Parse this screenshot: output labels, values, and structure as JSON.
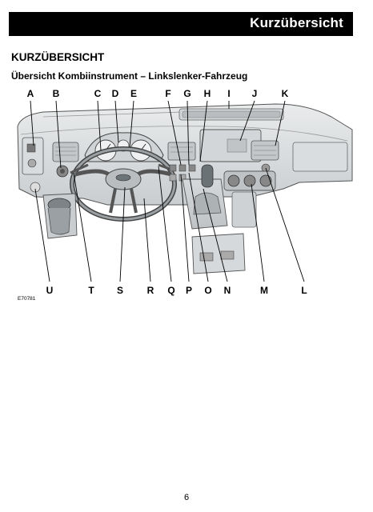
{
  "header": {
    "title": "Kurzübersicht"
  },
  "section_title": "KURZÜBERSICHT",
  "subtitle": "Übersicht Kombiinstrument – Linkslenker-Fahrzeug",
  "figure": {
    "code": "E70781",
    "top_labels": [
      "A",
      "B",
      "C",
      "D",
      "E",
      "F",
      "G",
      "H",
      "I",
      "J",
      "K"
    ],
    "bottom_labels": [
      "U",
      "T",
      "S",
      "R",
      "Q",
      "P",
      "O",
      "N",
      "M",
      "L"
    ]
  },
  "page_number": "6"
}
